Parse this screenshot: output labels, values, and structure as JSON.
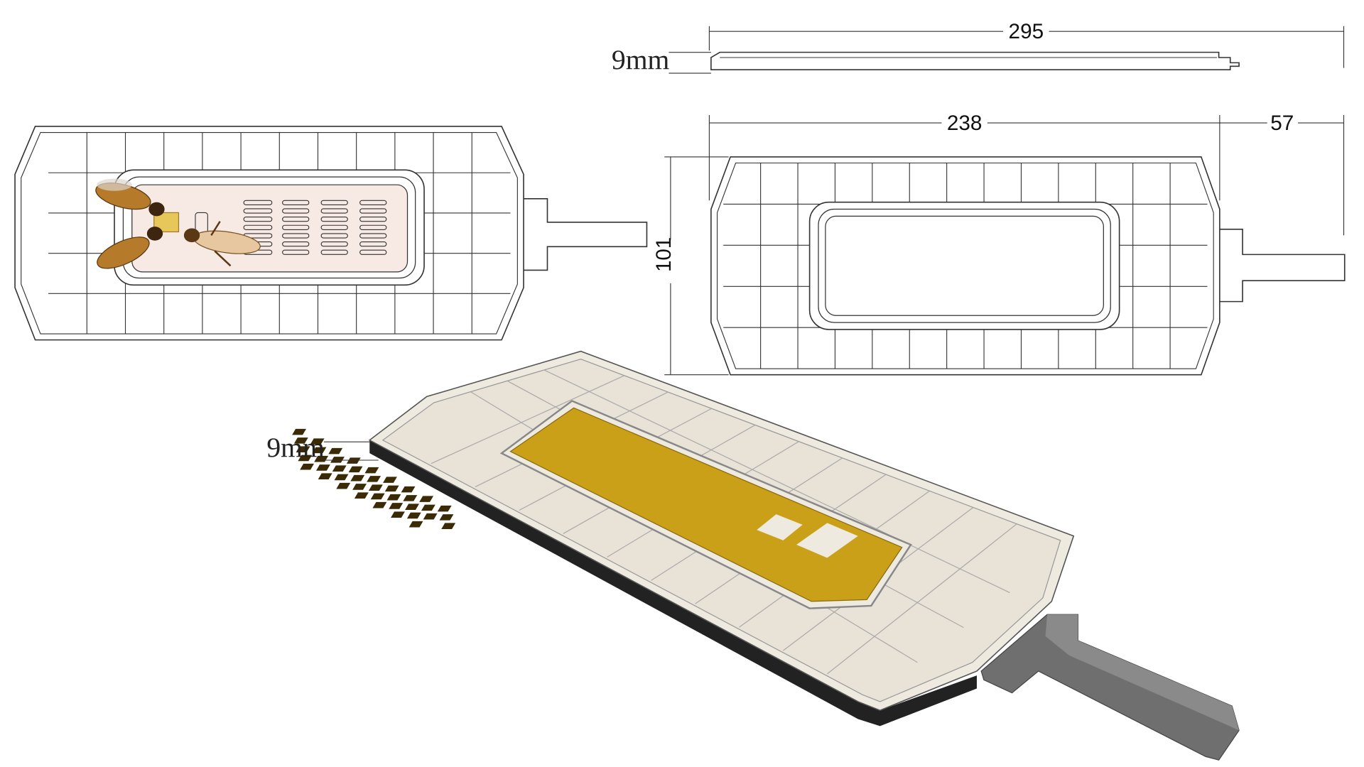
{
  "dimensions": {
    "overall_length": "295",
    "body_length": "238",
    "handle_length": "57",
    "width": "101",
    "thickness_side": "9mm",
    "thickness_3d": "9mm"
  },
  "colors": {
    "tray": "#efeae0",
    "plate": "#c9a018",
    "handle": "#6f6f6f",
    "window": "#f7e9e4",
    "line": "#333333"
  }
}
